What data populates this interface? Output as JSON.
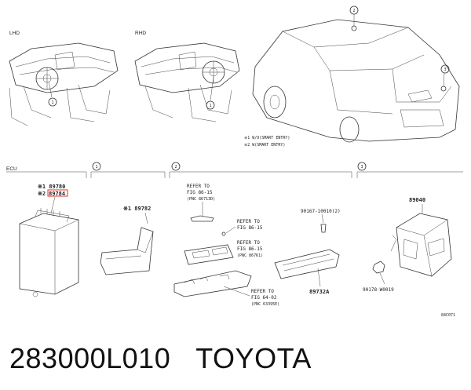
{
  "views": {
    "lhd": "LHD",
    "rhd": "RHD"
  },
  "legend": {
    "line1": "※1  W/O(SMART ENTRY)",
    "line2": "※2  W(SMART ENTRY)"
  },
  "sections": {
    "ecu": "ECU",
    "s1": "1",
    "s2": "2",
    "s3": "3"
  },
  "callouts": {
    "c1": "1",
    "c2": "2",
    "c3": "3"
  },
  "parts": {
    "p89780": "※1 89780",
    "p89784_prefix": "※2 ",
    "p89784": "89784",
    "p89782": "※1 89782",
    "p89040": "89040",
    "p90167": "90167-10010(2)",
    "p89732A": "89732A",
    "p90178": "90178-W0019"
  },
  "refs": {
    "r1a": "REFER TO",
    "r1b": "FIG 86-15",
    "r1c": "(PNC 86713D)",
    "r2a": "REFER TO",
    "r2b": "FIG 86-15",
    "r3a": "REFER TO",
    "r3b": "FIG 86-15",
    "r3c": "(PNC 867K1)",
    "r4a": "REFER TO",
    "r4b": "FIG 64-02",
    "r4c": "(PNC 63395E)"
  },
  "diagram_code": "84C071",
  "footer": {
    "part_number": "283000L010",
    "brand": "TOYOTA"
  },
  "colors": {
    "highlight": "#e8322d",
    "line": "#333333"
  }
}
